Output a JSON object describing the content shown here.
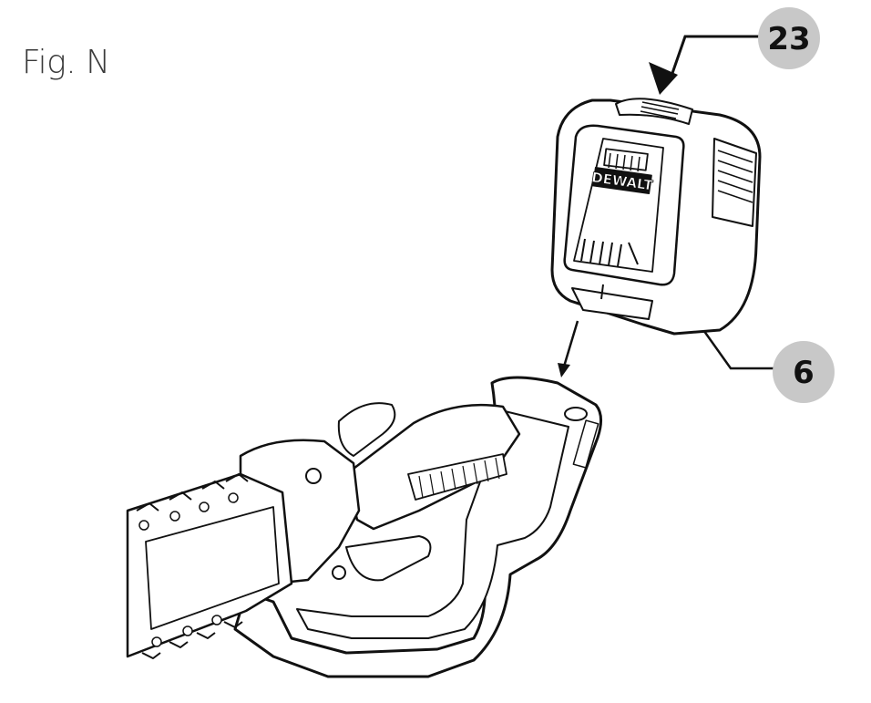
{
  "figure": {
    "label": "Fig. N"
  },
  "callouts": [
    {
      "number": "23",
      "target": "battery-release-button"
    },
    {
      "number": "6",
      "target": "battery-pack"
    }
  ],
  "battery": {
    "brand": "DEWALT"
  },
  "colors": {
    "line": "#111111",
    "callout_fill": "#c8c8c8",
    "arrow": "#111111"
  }
}
